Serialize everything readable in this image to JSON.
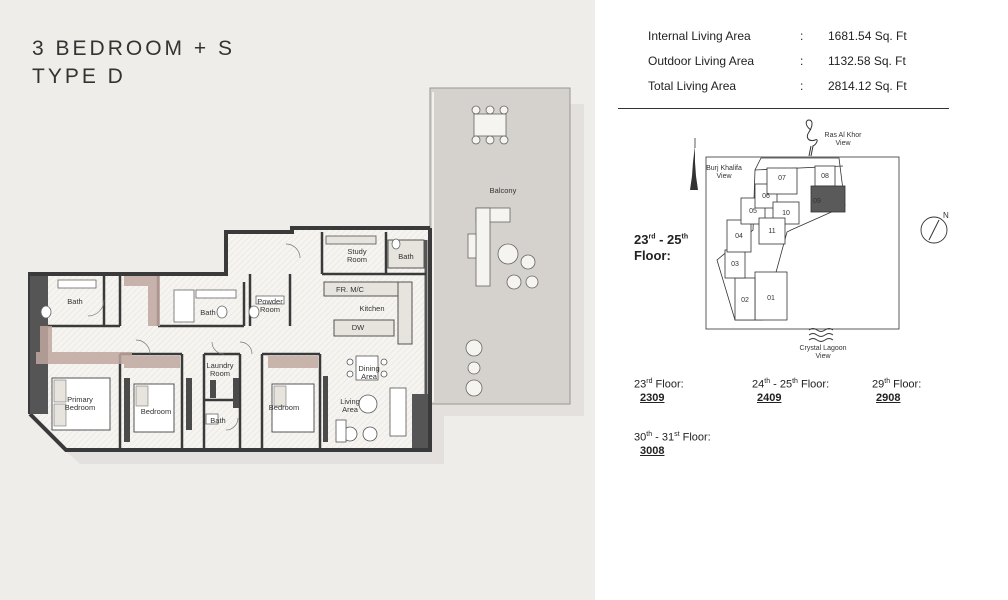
{
  "title": {
    "line1": "3 BEDROOM + S",
    "line2": "TYPE D"
  },
  "rooms": {
    "balcony": "Balcony",
    "study_line1": "Study",
    "study_line2": "Room",
    "bath_study": "Bath",
    "bath_left": "Bath",
    "bath_mid": "Bath",
    "powder_line1": "Powder",
    "powder_line2": "Room",
    "fr_mc": "FR. M/C",
    "kitchen": "Kitchen",
    "dw": "DW",
    "dining_line1": "Dining",
    "dining_line2": "Area",
    "living_line1": "Living",
    "living_line2": "Area",
    "primary_line1": "Primary",
    "primary_line2": "Bedroom",
    "bedroom_1": "Bedroom",
    "bedroom_2": "Bedroom",
    "laundry_line1": "Laundry",
    "laundry_line2": "Room",
    "bath_bottom": "Bath"
  },
  "areas": [
    {
      "label": "Internal Living Area",
      "sep": ":",
      "value": "1681.54 Sq. Ft"
    },
    {
      "label": "Outdoor Living Area",
      "sep": ":",
      "value": "1132.58 Sq. Ft"
    },
    {
      "label": "Total Living Area",
      "sep": ":",
      "value": "2814.12 Sq. Ft"
    }
  ],
  "keyplan": {
    "ras_al_khor_line1": "Ras Al Khor",
    "ras_al_khor_line2": "View",
    "burj_line1": "Burj Khalifa",
    "burj_line2": "View",
    "lagoon_line1": "Crystal Lagoon",
    "lagoon_line2": "View",
    "north": "N",
    "units": [
      "01",
      "02",
      "03",
      "04",
      "05",
      "06",
      "07",
      "08",
      "09",
      "10",
      "11"
    ],
    "highlighted_unit": "09",
    "floor_range_base1": "23",
    "floor_range_sup1": "rd",
    "floor_range_sep": " - ",
    "floor_range_base2": "25",
    "floor_range_sup2": "th",
    "floor_word": "Floor:",
    "colors": {
      "highlight": "#5a5a5a",
      "line": "#333333"
    }
  },
  "unit_numbers": [
    {
      "base": "23",
      "sup": "rd",
      "suffix": " Floor:",
      "number": "2309"
    },
    {
      "base": "24",
      "sup": "th",
      "mid": " - 25",
      "sup2": "th",
      "suffix": " Floor:",
      "number": "2409"
    },
    {
      "base": "29",
      "sup": "th",
      "suffix": " Floor:",
      "number": "2908"
    },
    {
      "base": "30",
      "sup": "th",
      "mid": " - 31",
      "sup2": "st",
      "suffix": " Floor:",
      "number": "3008"
    }
  ]
}
